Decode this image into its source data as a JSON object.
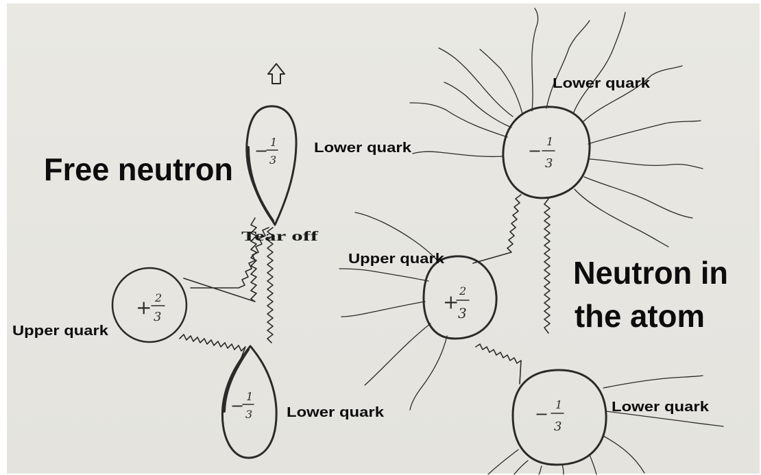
{
  "headings": {
    "free_neutron": "Free neutron",
    "neutron_in_atom_line1": "Neutron in",
    "neutron_in_atom_line2": "the atom"
  },
  "free_neutron": {
    "tear_off_label": "Tear off",
    "top_quark": {
      "label": "Lower quark",
      "charge_sign": "−",
      "charge_num": "1",
      "charge_den": "3"
    },
    "left_quark": {
      "label": "Upper quark",
      "charge_sign": "+",
      "charge_num": "2",
      "charge_den": "3"
    },
    "bottom_quark": {
      "label": "Lower quark",
      "charge_sign": "−",
      "charge_num": "1",
      "charge_den": "3"
    }
  },
  "atom_neutron": {
    "top_quark": {
      "label": "Lower quark",
      "charge_sign": "−",
      "charge_num": "1",
      "charge_den": "3"
    },
    "left_quark": {
      "label": "Upper quark",
      "charge_sign": "+",
      "charge_num": "2",
      "charge_den": "3"
    },
    "bottom_quark": {
      "label": "Lower quark",
      "charge_sign": "−",
      "charge_num": "1",
      "charge_den": "3"
    }
  },
  "colors": {
    "paper": "#e8e7e2",
    "ink": "#2a2a28",
    "label": "#0c0c0c"
  }
}
